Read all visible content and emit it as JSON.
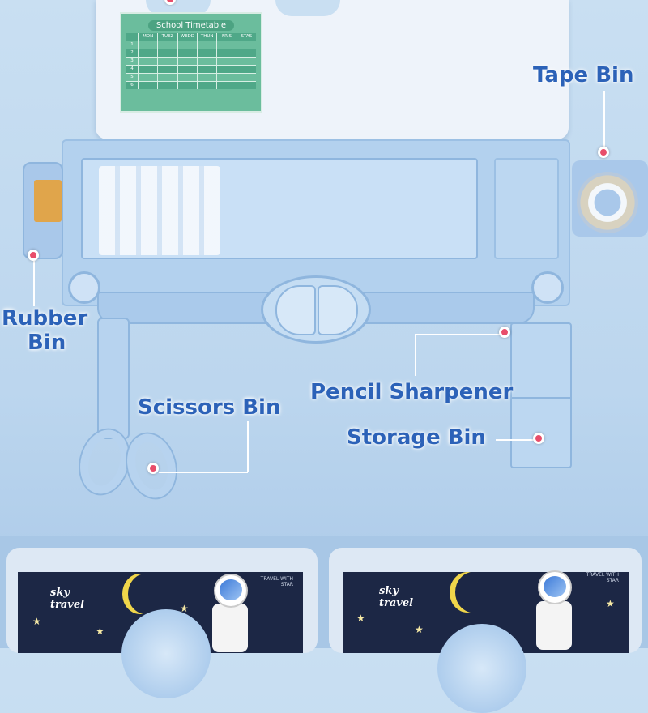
{
  "timetable": {
    "title": "School Timetable",
    "days": [
      "MON",
      "TUEZ",
      "WEDD",
      "THUN",
      "FRIS",
      "STAS"
    ],
    "rows": [
      "1",
      "2",
      "3",
      "4",
      "5",
      "6"
    ]
  },
  "labels": {
    "tape_bin": "Tape Bin",
    "rubber_bin_line1": "Rubber",
    "rubber_bin_line2": "Bin",
    "scissors_bin": "Scissors Bin",
    "pencil_sharpener": "Pencil Sharpener",
    "storage_bin": "Storage Bin"
  },
  "colors": {
    "label": "#2c62b8",
    "dot": "#e84d6a",
    "background": "#c9dff2",
    "timetable": "#6bbd9d"
  },
  "variants": [
    {
      "brand_line1": "sky",
      "brand_line2": "travel",
      "tagline": "TRAVEL WITH STAR"
    },
    {
      "brand_line1": "sky",
      "brand_line2": "travel",
      "tagline": "TRAVEL WITH STAR"
    }
  ]
}
